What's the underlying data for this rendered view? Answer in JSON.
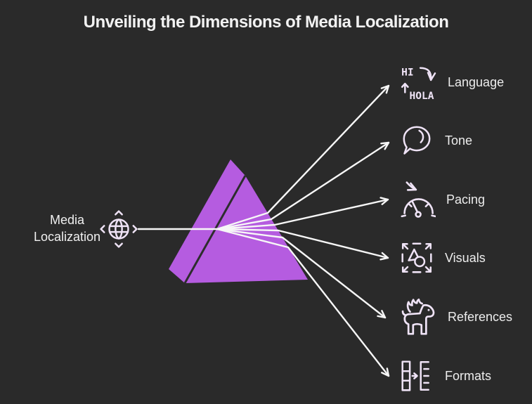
{
  "title": "Unveiling the Dimensions of Media Localization",
  "source": {
    "label": "Media Localization",
    "icon": "globe-translate-icon"
  },
  "language_icon": {
    "top_text": "HI",
    "bottom_text": "HOLA"
  },
  "spectrum_items": [
    {
      "label": "Language",
      "icon": "translate-hi-hola-icon"
    },
    {
      "label": "Tone",
      "icon": "speech-bubble-icon"
    },
    {
      "label": "Pacing",
      "icon": "speedometer-icon"
    },
    {
      "label": "Visuals",
      "icon": "resize-shapes-icon"
    },
    {
      "label": "References",
      "icon": "moose-icon"
    },
    {
      "label": "Formats",
      "icon": "column-to-list-icon"
    }
  ],
  "colors": {
    "background": "#2a2a2a",
    "prism": "#b55ce0",
    "prism_fold": "#2d2d2d",
    "ray": "#f7f7f7",
    "icon_stroke": "#efe3f6",
    "title_text": "#f2f2f2",
    "label_text": "#ededed"
  }
}
